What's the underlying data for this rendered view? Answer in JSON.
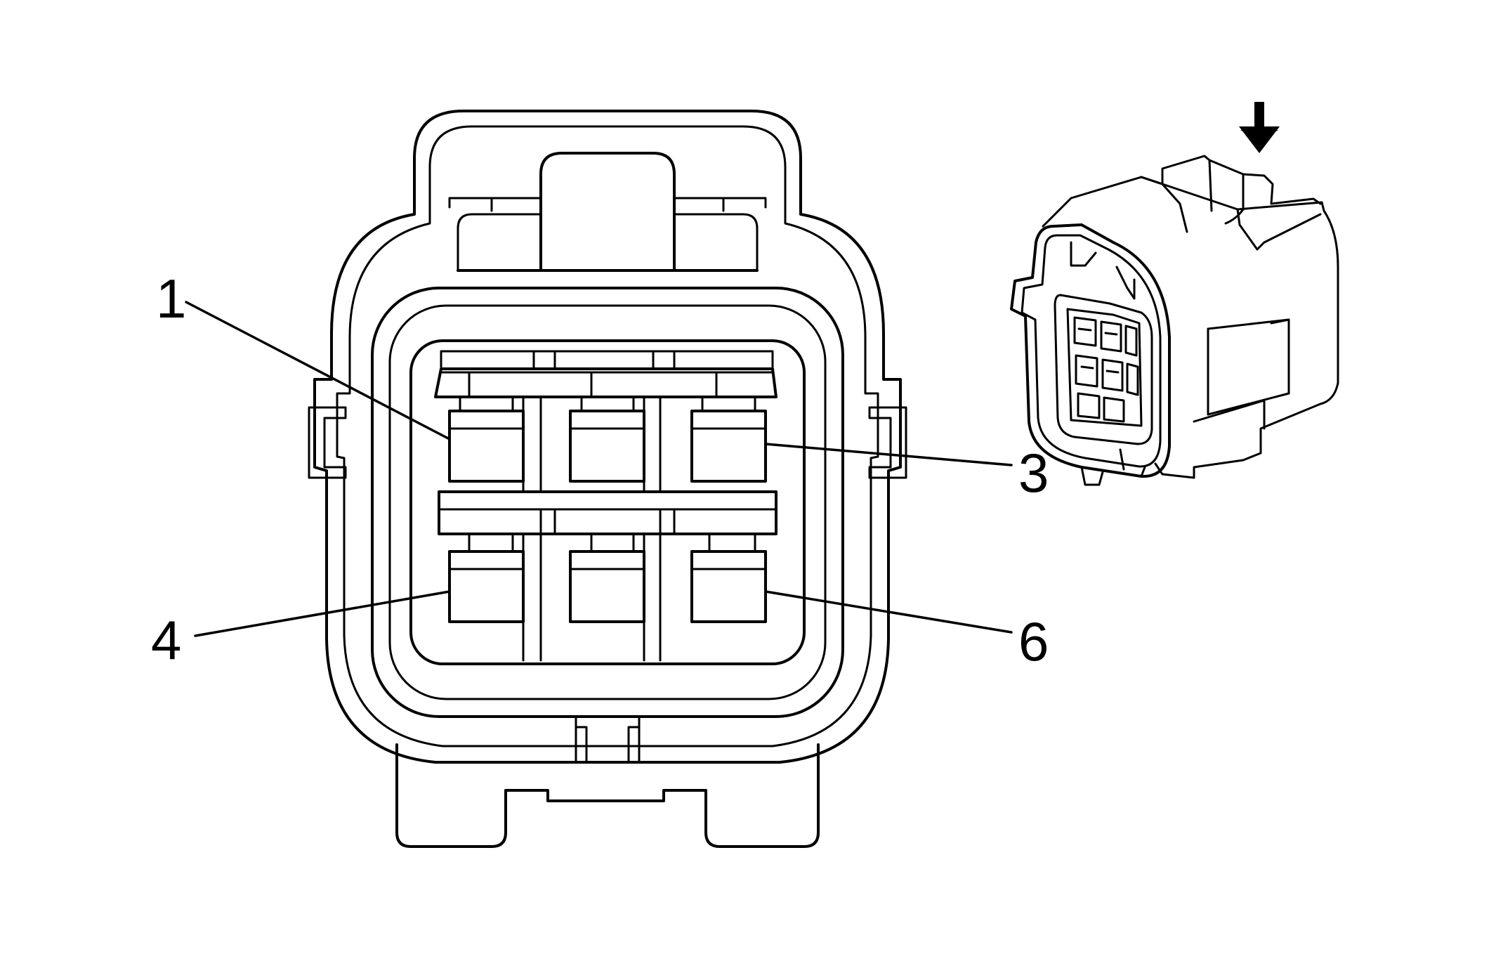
{
  "diagram": {
    "pin_labels": [
      "1",
      "3",
      "4",
      "6"
    ],
    "colors": {
      "line": "#000000",
      "background": "#ffffff"
    },
    "icons": [
      "insertion-arrow-down-icon"
    ]
  }
}
